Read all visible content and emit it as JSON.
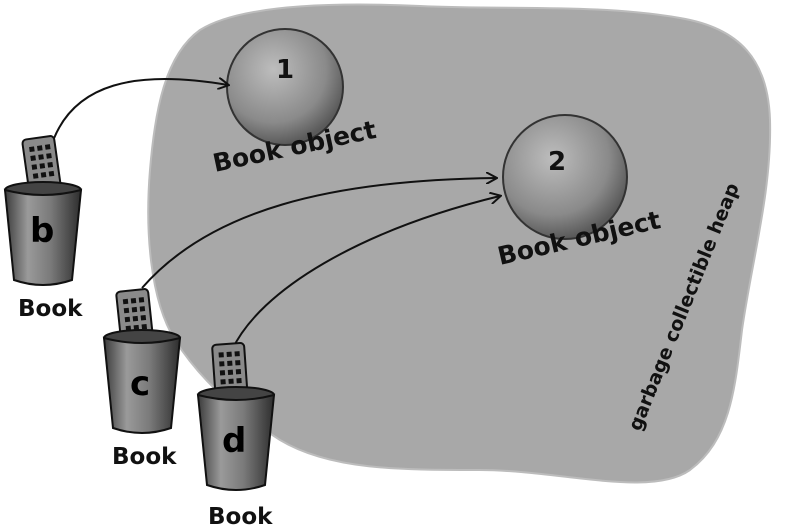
{
  "heap": {
    "label": "garbage collectible heap",
    "fill": "#a9a9a9"
  },
  "objects": [
    {
      "number": "1",
      "label": "Book object"
    },
    {
      "number": "2",
      "label": "Book object"
    }
  ],
  "variables": [
    {
      "name": "b",
      "type": "Book",
      "points_to": "1"
    },
    {
      "name": "c",
      "type": "Book",
      "points_to": "2"
    },
    {
      "name": "d",
      "type": "Book",
      "points_to": "2"
    }
  ],
  "colors": {
    "object": "#8f8f8f",
    "cup": "#6f6f6f",
    "ink": "#111111"
  }
}
